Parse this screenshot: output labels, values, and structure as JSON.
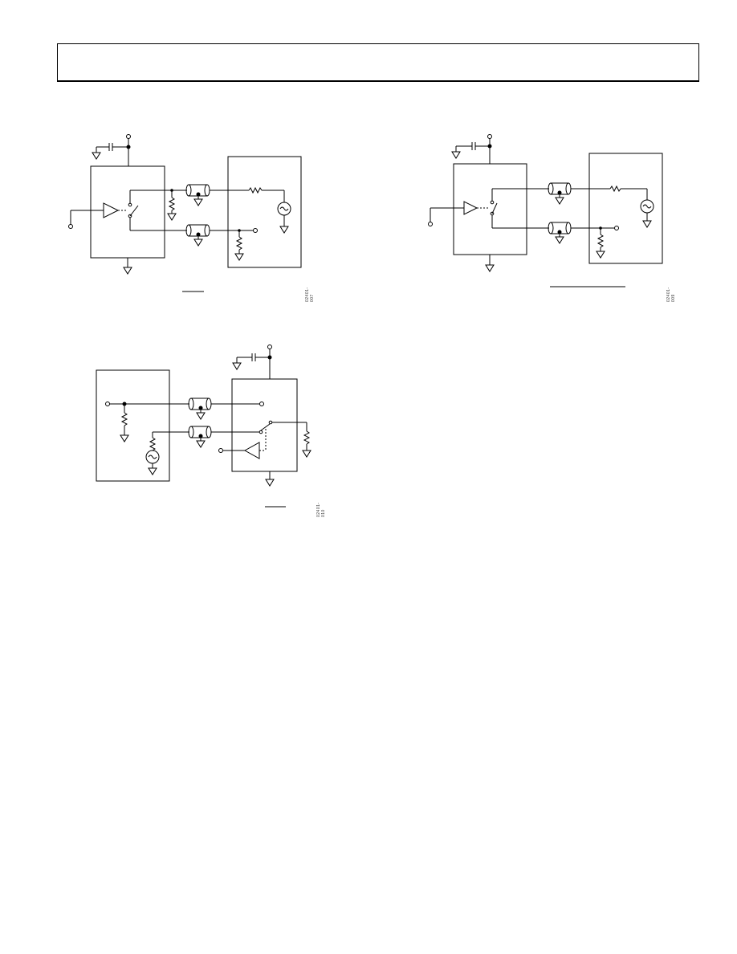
{
  "figures": [
    {
      "id": "02401-007"
    },
    {
      "id": "02401-009"
    },
    {
      "id": "02401-010"
    }
  ]
}
